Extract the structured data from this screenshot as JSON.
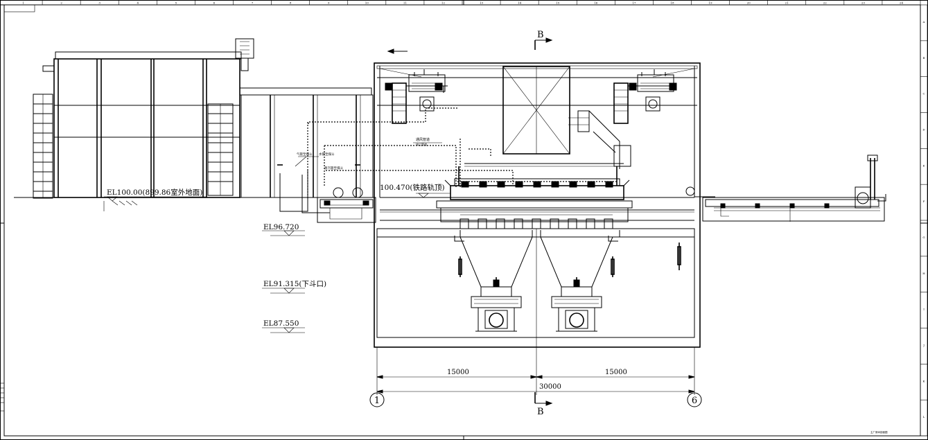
{
  "title_block": {
    "text": "主厂房纵剖面图"
  },
  "elevations": {
    "ground": "EL100.00(899.86室外地面)",
    "rail_top": "100.470(铁路轨顶)",
    "el_96": "EL96.720",
    "el_91": "EL91.315(下斗口)",
    "el_87": "EL87.550"
  },
  "section_marks": {
    "top": "B",
    "bottom": "B"
  },
  "dimensions": {
    "left_span": "15000",
    "right_span": "15000",
    "total_span": "30000"
  },
  "axes": {
    "axis_left": "1",
    "axis_right": "6"
  },
  "annotations": {
    "duct_label": "通风管道",
    "pipe_label": "排尘管道",
    "note_1": "气管至煤斗",
    "note_2": "水管至煤斗",
    "note_3": "蒸汽管至煤斗"
  },
  "border_ticks": {
    "top": [
      "1",
      "2",
      "3",
      "4",
      "5",
      "6",
      "7",
      "8",
      "9",
      "10",
      "11",
      "12",
      "13",
      "14",
      "15",
      "16",
      "17",
      "18",
      "19",
      "20",
      "21",
      "22",
      "23",
      "24"
    ],
    "right": [
      "A",
      "B",
      "C",
      "D",
      "E",
      "F",
      "G",
      "H",
      "I",
      "J",
      "K",
      "L"
    ]
  }
}
